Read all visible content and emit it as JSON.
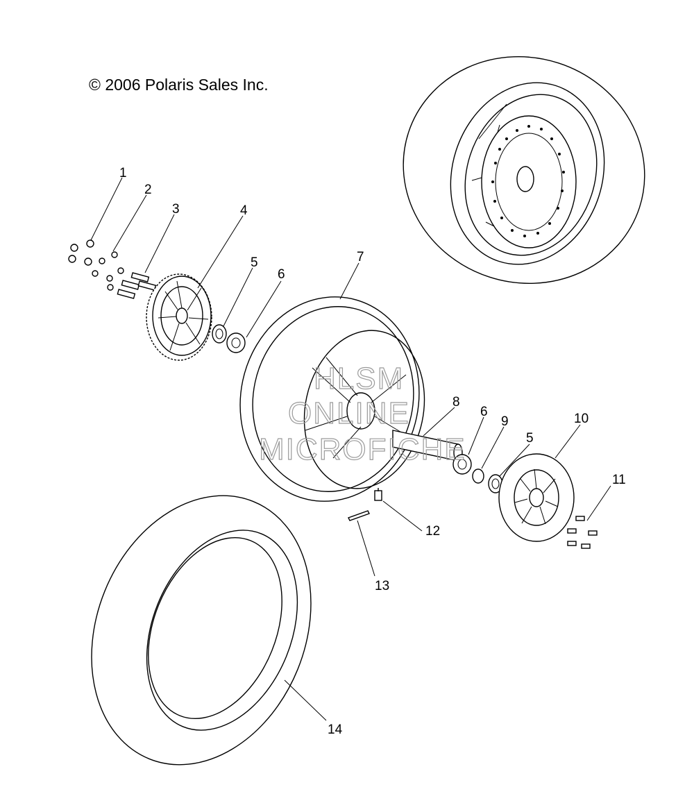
{
  "copyright": "© 2006 Polaris Sales Inc.",
  "watermark": [
    "HLSM",
    "ONLINE",
    "MICROFICHE"
  ],
  "callouts": [
    {
      "id": "1",
      "part": "nut"
    },
    {
      "id": "2",
      "part": "washer"
    },
    {
      "id": "3",
      "part": "stud"
    },
    {
      "id": "4",
      "part": "drive-sprocket"
    },
    {
      "id": "5",
      "part": "seal"
    },
    {
      "id": "6",
      "part": "bearing"
    },
    {
      "id": "7",
      "part": "rear-wheel-rim"
    },
    {
      "id": "8",
      "part": "spacer-sleeve"
    },
    {
      "id": "6",
      "part": "bearing"
    },
    {
      "id": "9",
      "part": "snap-ring"
    },
    {
      "id": "5",
      "part": "seal"
    },
    {
      "id": "10",
      "part": "brake-disc"
    },
    {
      "id": "11",
      "part": "bolt"
    },
    {
      "id": "12",
      "part": "valve-stem"
    },
    {
      "id": "13",
      "part": "wheel-weight"
    },
    {
      "id": "14",
      "part": "tire"
    }
  ],
  "colors": {
    "line": "#000000",
    "background": "#ffffff",
    "watermark": "#9a9a9a"
  }
}
